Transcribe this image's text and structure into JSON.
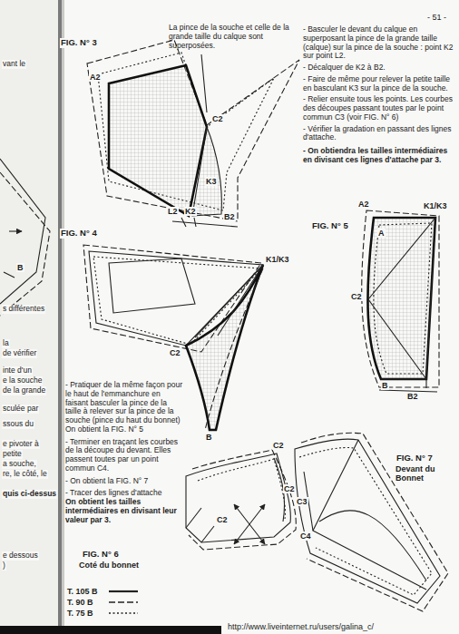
{
  "diagram": {
    "labels": [
      "- 51 -",
      "FIG. N° 3",
      "La pince de la souche et celle de la grande taille du calque sont superposées.",
      "A2",
      "C2",
      "K3",
      "L2",
      "K2",
      "B2",
      "- Basculer le devant du calque en superposant la pince de la grande taille (calque) sur la pince de la souche : point K2 sur point L2.",
      "- Décalquer de K2 à B2.",
      "- Faire de même pour relever la petite taille en basculant K3 sur la pince de la souche.",
      "- Relier ensuite tous les points. Les courbes des découpes passant toutes par le point commun C3 (voir FIG. N° 6)",
      "- Vérifier la gradation en passant des lignes d'attache.",
      "- On obtiendra les tailles intermédiaires en divisant ces lignes d'attache par 3.",
      "FIG. N° 4",
      "K1/K3",
      "C2",
      "B",
      "FIG. N° 5",
      "A2",
      "K1/K3",
      "A",
      "C2",
      "B",
      "B2",
      "- Pratiquer de la même façon pour le haut de l'emmanchure en faisant basculer la pince de la taille à relever sur la pince de la souche (pince du haut du bonnet) On obtient la FIG. N° 5",
      "- Terminer en traçant les courbes de la découpe du devant. Elles passent toutes par un point commun C4.",
      "- On obtient la FIG. N° 7",
      "- Tracer des lignes d'attache",
      "On obtient les tailles intermédiaires en divisant leur valeur par 3.",
      "FIG. N° 6",
      "Coté du bonnet",
      "C2",
      "C2",
      "C3",
      "FIG. N° 7",
      "Devant du Bonnet",
      "C2",
      "C4",
      "http://www.liveinternet.ru/users/galina_c/",
      "B",
      "vant le",
      "s différentes",
      "la",
      "de vérifier",
      "inte d'un",
      "e la souche",
      "de la grande",
      "sculée par",
      "ssous du",
      "e pivoter à",
      "petite",
      "a souche,",
      "re, le côté, le",
      "quis ci-dessus",
      "e dessous",
      ")"
    ],
    "legend": [
      {
        "text": "T. 105 B"
      },
      {
        "text": "T. 90 B"
      },
      {
        "text": "T. 75 B"
      }
    ]
  }
}
